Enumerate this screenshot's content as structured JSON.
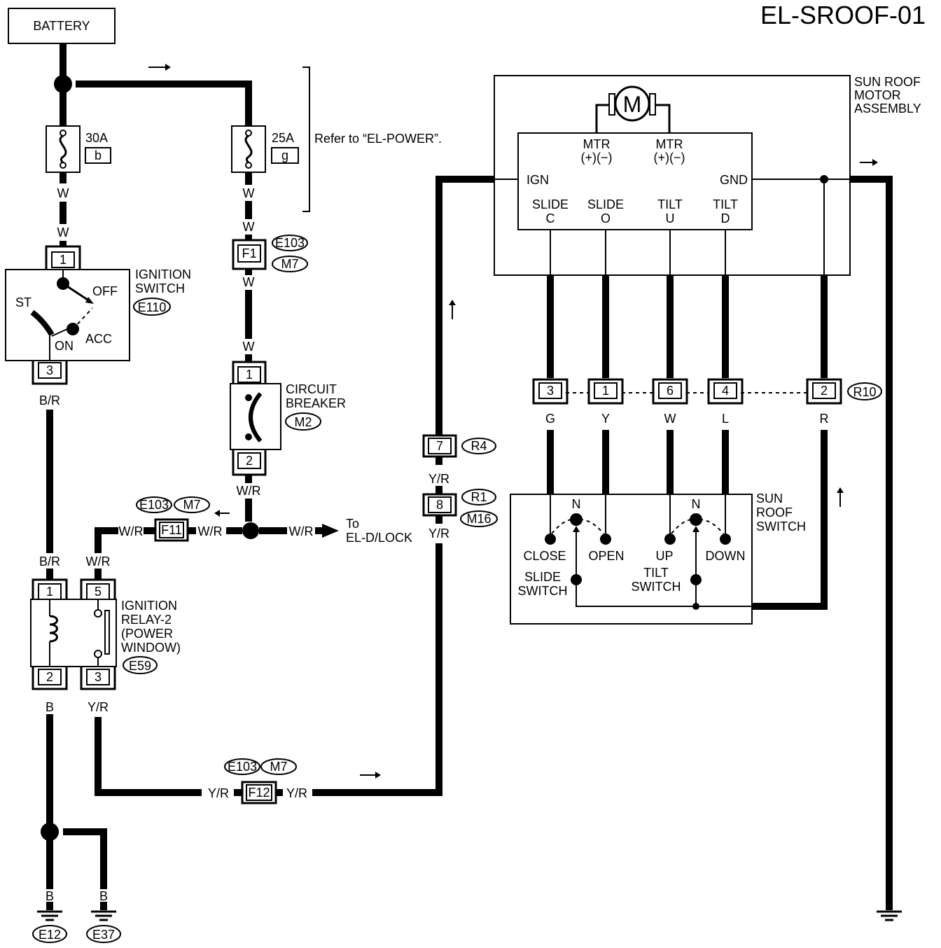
{
  "diagram_id": "EL-SROOF-01",
  "battery": "BATTERY",
  "fuse_30": {
    "rating": "30A",
    "letter": "b"
  },
  "fuse_25": {
    "rating": "25A",
    "letter": "g"
  },
  "refer_note": "Refer to “EL-POWER”.",
  "ignition_switch": {
    "title": [
      "IGNITION",
      "SWITCH"
    ],
    "connector": "E110",
    "pin_in": "1",
    "pin_out": "3",
    "positions": {
      "st": "ST",
      "off": "OFF",
      "acc": "ACC",
      "on": "ON"
    }
  },
  "circuit_breaker": {
    "title": [
      "CIRCUIT",
      "BREAKER"
    ],
    "connector": "M2",
    "pin_in": "1",
    "pin_out": "2"
  },
  "ignition_relay": {
    "title": [
      "IGNITION",
      "RELAY-2",
      "(POWER",
      "WINDOW)"
    ],
    "connector": "E59",
    "pins": [
      "1",
      "5",
      "2",
      "3"
    ]
  },
  "sunroof_motor": {
    "title": [
      "SUN ROOF",
      "MOTOR",
      "ASSEMBLY"
    ],
    "motor_symbol": "M",
    "mtr_label": [
      "MTR",
      "(+)(−)"
    ],
    "ign": "IGN",
    "gnd": "GND",
    "terminals": [
      {
        "top": "SLIDE",
        "bottom": "C"
      },
      {
        "top": "SLIDE",
        "bottom": "O"
      },
      {
        "top": "TILT",
        "bottom": "U"
      },
      {
        "top": "TILT",
        "bottom": "D"
      }
    ]
  },
  "r10_connector": {
    "name": "R10",
    "pins": [
      {
        "pin": "3",
        "color": "G"
      },
      {
        "pin": "1",
        "color": "Y"
      },
      {
        "pin": "6",
        "color": "W"
      },
      {
        "pin": "4",
        "color": "L"
      },
      {
        "pin": "2",
        "color": "R"
      }
    ]
  },
  "sunroof_switch": {
    "title": [
      "SUN",
      "ROOF",
      "SWITCH"
    ],
    "neutral": "N",
    "close": "CLOSE",
    "open": "OPEN",
    "up": "UP",
    "down": "DOWN",
    "slide_switch": [
      "SLIDE",
      "SWITCH"
    ],
    "tilt_switch": [
      "TILT",
      "SWITCH"
    ]
  },
  "connectors": {
    "f1": "F1",
    "f11": "F11",
    "f12": "F12",
    "e103": "E103",
    "m7": "M7",
    "r4": "R4",
    "r1": "R1",
    "m16": "M16",
    "pin7": "7",
    "pin8": "8"
  },
  "wire_colors": {
    "w": "W",
    "b_r": "B/R",
    "w_r": "W/R",
    "y_r": "Y/R",
    "b": "B"
  },
  "to_label": [
    "To",
    "EL-D/LOCK"
  ],
  "grounds": [
    "E12",
    "E37"
  ]
}
